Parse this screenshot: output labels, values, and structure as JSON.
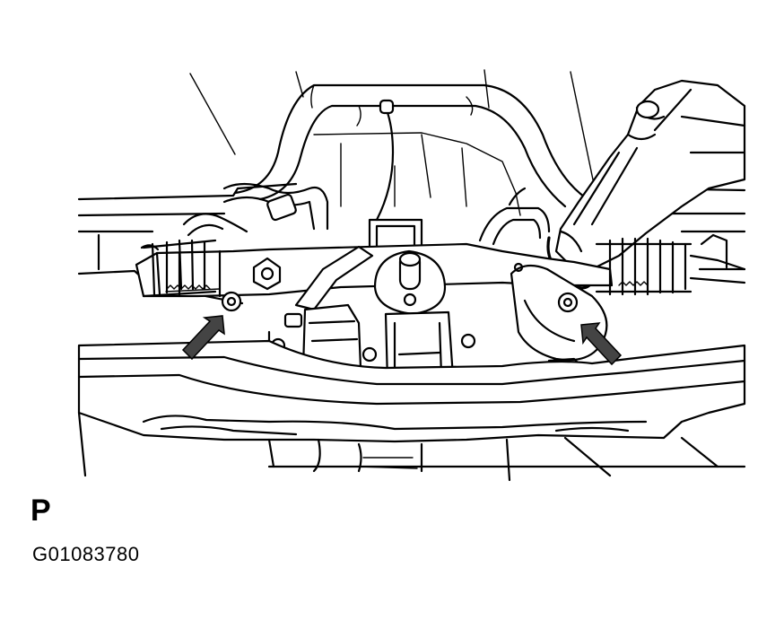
{
  "figure": {
    "view_label": "P",
    "figure_id": "G01083780"
  },
  "components": [
    {
      "name": "steering-rack",
      "icon": "rack-and-pinion"
    },
    {
      "name": "front-suspension-crossmember",
      "icon": "crossmember"
    },
    {
      "name": "left-mounting-bolt",
      "icon": "bolt"
    },
    {
      "name": "right-mounting-bolt",
      "icon": "bolt"
    },
    {
      "name": "left-indicator-arrow",
      "icon": "arrow"
    },
    {
      "name": "right-indicator-arrow",
      "icon": "arrow"
    }
  ]
}
